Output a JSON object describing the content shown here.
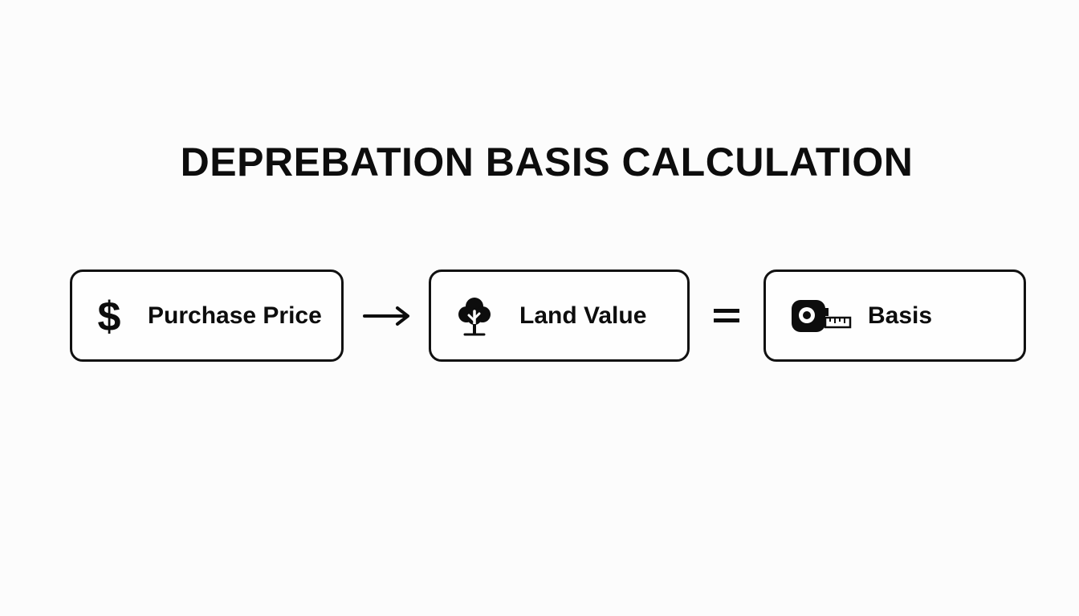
{
  "diagram": {
    "title": "DEPREBATION BASIS CALCULATION",
    "steps": [
      {
        "label": "Purchase Price",
        "icon": "dollar-sign-icon"
      },
      {
        "label": "Land Value",
        "icon": "tree-icon"
      },
      {
        "label": "Basis",
        "icon": "tape-measure-icon"
      }
    ],
    "operators": [
      {
        "symbol": "→",
        "icon": "arrow-right-icon"
      },
      {
        "symbol": "=",
        "icon": "equals-icon"
      }
    ]
  }
}
